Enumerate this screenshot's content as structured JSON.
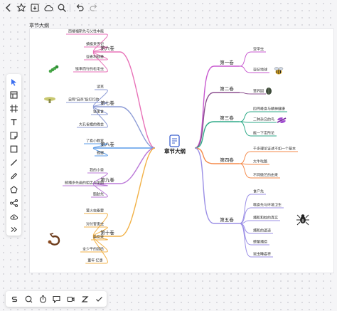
{
  "board": {
    "frame_label": "章节大纲"
  },
  "topbar": {
    "icons": [
      "back-icon",
      "star-icon",
      "download-icon",
      "cloud-icon",
      "search-icon",
      "undo-icon",
      "redo-icon"
    ]
  },
  "left_toolbar": {
    "icons": [
      "pointer-icon",
      "template-icon",
      "frame-icon",
      "text-icon",
      "sticky-note-icon",
      "rectangle-icon",
      "line-icon",
      "pen-icon",
      "shape-icon",
      "mindmap-icon",
      "upload-icon",
      "more-icon"
    ]
  },
  "bottom_toolbar": {
    "icons": [
      "s-icon",
      "comment-icon",
      "timer-icon",
      "chat-icon",
      "video-icon",
      "z-icon",
      "vote-icon"
    ]
  },
  "mindmap": {
    "root": "章节大纲",
    "branches": [
      {
        "key": "b1",
        "label": "第一卷",
        "color": "#c85ad0",
        "children": [
          "亚甲虫",
          "亚纪地球"
        ]
      },
      {
        "key": "b2",
        "label": "第二卷",
        "color": "#8b4f8f",
        "children": [
          "营养园"
        ]
      },
      {
        "key": "b3",
        "label": "第三卷",
        "color": "#2eaa88",
        "children": [
          "四伟峰食与精神健康",
          "二种杂交的鸟",
          "能一下定所论"
        ]
      },
      {
        "key": "b4",
        "label": "第四卷",
        "color": "#f58a4a",
        "children": [
          "千多理论证述不如一个基本",
          "大牛吃路",
          "不同微艺的由来"
        ]
      },
      {
        "key": "b5",
        "label": "第五卷",
        "color": "#9b8fe6",
        "children": [
          "食产先",
          "嗜食先与环境卫生",
          "捕和和蚊的真实",
          "捕和的遗道",
          "螃蟹捕捞",
          "昆虫睡姿将"
        ]
      },
      {
        "key": "b6",
        "label": "第六卷",
        "color": "#e872b8",
        "children": [
          "西楼福斯先与父性本能",
          "蜻蜓来传记",
          "亚麦利翅蜂",
          "链率而行的松毛虫"
        ]
      },
      {
        "key": "b7",
        "label": "第七卷",
        "color": "#8c9bd6",
        "children": [
          "读克",
          "自称“自杀”捉打灯的",
          "坚果食",
          "大孔雀蛾的晚会"
        ]
      },
      {
        "key": "b8",
        "label": "第八卷",
        "color": "#5a9be8",
        "children": [
          "了看小教室",
          "螳螂"
        ]
      },
      {
        "key": "b9",
        "label": "第九卷",
        "color": "#bb79d8",
        "children": [
          "我的小兽",
          "邮捕多先画的姐舌与家园",
          "脂肪先"
        ]
      },
      {
        "key": "b10",
        "label": "第十卷",
        "color": "#f2b248",
        "children": [
          "萤火虫备要",
          "对付害害虫",
          "染反采",
          "全少平的园给",
          "董年 忆事"
        ]
      }
    ]
  }
}
